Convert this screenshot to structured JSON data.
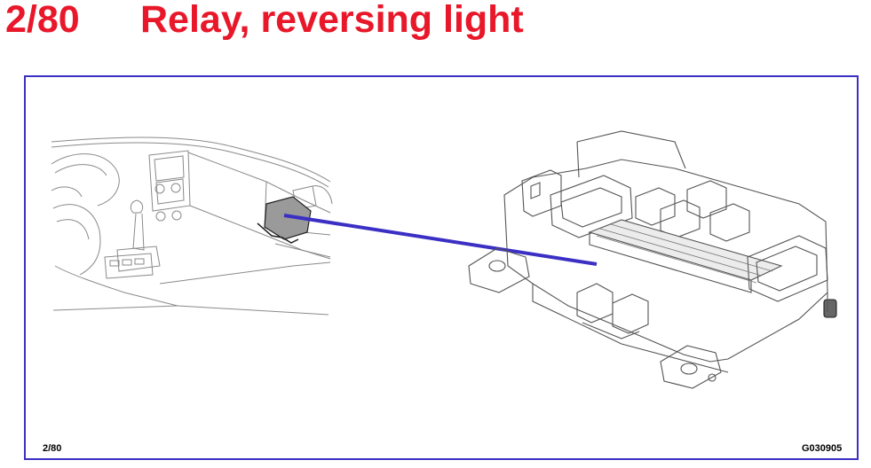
{
  "header": {
    "number": "2/80",
    "title": "Relay, reversing light"
  },
  "footer": {
    "page_ref": "2/80",
    "figure_code": "G030905"
  },
  "colors": {
    "title": "#e8182a",
    "frame": "#3b2fc4",
    "pointer_line": "#3b2fc4",
    "line_art": "#6b6b6b"
  }
}
